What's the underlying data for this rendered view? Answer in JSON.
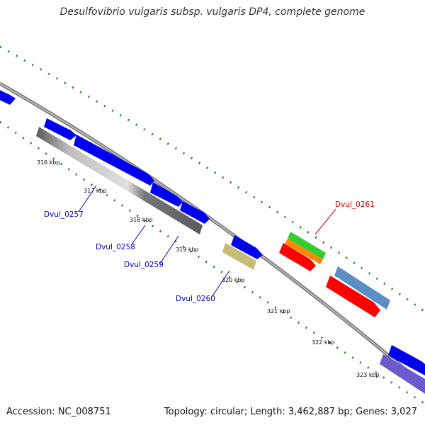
{
  "title": "Desulfovibrio vulgaris subsp. vulgaris DP4, complete genome",
  "footer": {
    "accession": "Accession: NC_008751",
    "summary": "Topology: circular; Length: 3,462,887 bp; Genes: 3,027"
  },
  "scale_labels": [
    "316 kbp",
    "317 kbp",
    "318 kbp",
    "319 kbp",
    "320 kbp",
    "321 kbp",
    "322 kbp",
    "323 kbp"
  ],
  "gene_labels": [
    {
      "name": "Dvul_0257",
      "color": "#0000c8"
    },
    {
      "name": "Dvul_0258",
      "color": "#0000c8"
    },
    {
      "name": "Dvul_0259",
      "color": "#0000c8"
    },
    {
      "name": "Dvul_0260",
      "color": "#0000c8"
    },
    {
      "name": "Dvul_0261",
      "color": "#e00000"
    }
  ],
  "colors": {
    "backbone": "#8a8a8a",
    "tick": "#1e8a1e",
    "cds_blue": "#0000ee",
    "rrna_red": "#ff0000",
    "trna_green": "#33cc33",
    "orange": "#ff8800",
    "steel_blue": "#5b8ec4",
    "purple": "#6a5acd",
    "olive": "#c4bd78",
    "gray_dark": "#555555"
  }
}
